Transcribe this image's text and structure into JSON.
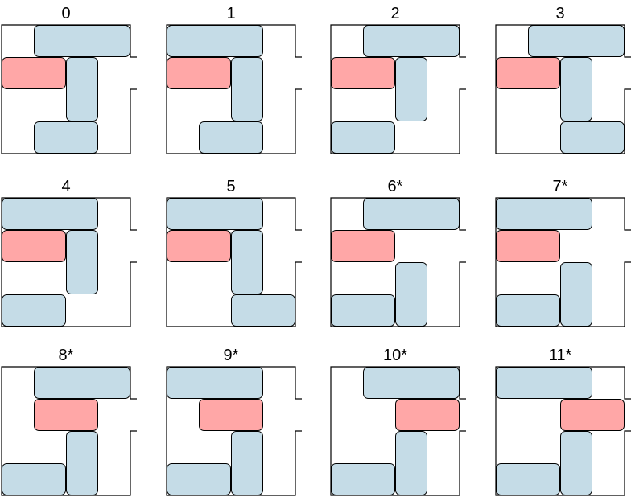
{
  "colors": {
    "blue_block": "#c5dce7",
    "red_block": "#ffa7a7",
    "outline": "#000000",
    "background": "#ffffff"
  },
  "board": {
    "grid_size": 4,
    "exit_row": 1,
    "exit_side": "right"
  },
  "panels": [
    {
      "label": "0",
      "blocks": [
        {
          "row": 0,
          "col": 1,
          "len": 3,
          "orient": "h",
          "kind": "blue"
        },
        {
          "row": 1,
          "col": 0,
          "len": 2,
          "orient": "h",
          "kind": "red"
        },
        {
          "row": 1,
          "col": 2,
          "len": 2,
          "orient": "v",
          "kind": "blue"
        },
        {
          "row": 3,
          "col": 1,
          "len": 2,
          "orient": "h",
          "kind": "blue"
        }
      ]
    },
    {
      "label": "1",
      "blocks": [
        {
          "row": 0,
          "col": 0,
          "len": 3,
          "orient": "h",
          "kind": "blue"
        },
        {
          "row": 1,
          "col": 0,
          "len": 2,
          "orient": "h",
          "kind": "red"
        },
        {
          "row": 1,
          "col": 2,
          "len": 2,
          "orient": "v",
          "kind": "blue"
        },
        {
          "row": 3,
          "col": 1,
          "len": 2,
          "orient": "h",
          "kind": "blue"
        }
      ]
    },
    {
      "label": "2",
      "blocks": [
        {
          "row": 0,
          "col": 1,
          "len": 3,
          "orient": "h",
          "kind": "blue"
        },
        {
          "row": 1,
          "col": 0,
          "len": 2,
          "orient": "h",
          "kind": "red"
        },
        {
          "row": 1,
          "col": 2,
          "len": 2,
          "orient": "v",
          "kind": "blue"
        },
        {
          "row": 3,
          "col": 0,
          "len": 2,
          "orient": "h",
          "kind": "blue"
        }
      ]
    },
    {
      "label": "3",
      "blocks": [
        {
          "row": 0,
          "col": 1,
          "len": 3,
          "orient": "h",
          "kind": "blue"
        },
        {
          "row": 1,
          "col": 0,
          "len": 2,
          "orient": "h",
          "kind": "red"
        },
        {
          "row": 1,
          "col": 2,
          "len": 2,
          "orient": "v",
          "kind": "blue"
        },
        {
          "row": 3,
          "col": 2,
          "len": 2,
          "orient": "h",
          "kind": "blue"
        }
      ]
    },
    {
      "label": "4",
      "blocks": [
        {
          "row": 0,
          "col": 0,
          "len": 3,
          "orient": "h",
          "kind": "blue"
        },
        {
          "row": 1,
          "col": 0,
          "len": 2,
          "orient": "h",
          "kind": "red"
        },
        {
          "row": 1,
          "col": 2,
          "len": 2,
          "orient": "v",
          "kind": "blue"
        },
        {
          "row": 3,
          "col": 0,
          "len": 2,
          "orient": "h",
          "kind": "blue"
        }
      ]
    },
    {
      "label": "5",
      "blocks": [
        {
          "row": 0,
          "col": 0,
          "len": 3,
          "orient": "h",
          "kind": "blue"
        },
        {
          "row": 1,
          "col": 0,
          "len": 2,
          "orient": "h",
          "kind": "red"
        },
        {
          "row": 1,
          "col": 2,
          "len": 2,
          "orient": "v",
          "kind": "blue"
        },
        {
          "row": 3,
          "col": 2,
          "len": 2,
          "orient": "h",
          "kind": "blue"
        }
      ]
    },
    {
      "label": "6*",
      "blocks": [
        {
          "row": 0,
          "col": 1,
          "len": 3,
          "orient": "h",
          "kind": "blue"
        },
        {
          "row": 1,
          "col": 0,
          "len": 2,
          "orient": "h",
          "kind": "red"
        },
        {
          "row": 2,
          "col": 2,
          "len": 2,
          "orient": "v",
          "kind": "blue"
        },
        {
          "row": 3,
          "col": 0,
          "len": 2,
          "orient": "h",
          "kind": "blue"
        }
      ]
    },
    {
      "label": "7*",
      "blocks": [
        {
          "row": 0,
          "col": 0,
          "len": 3,
          "orient": "h",
          "kind": "blue"
        },
        {
          "row": 1,
          "col": 0,
          "len": 2,
          "orient": "h",
          "kind": "red"
        },
        {
          "row": 2,
          "col": 2,
          "len": 2,
          "orient": "v",
          "kind": "blue"
        },
        {
          "row": 3,
          "col": 0,
          "len": 2,
          "orient": "h",
          "kind": "blue"
        }
      ]
    },
    {
      "label": "8*",
      "blocks": [
        {
          "row": 0,
          "col": 1,
          "len": 3,
          "orient": "h",
          "kind": "blue"
        },
        {
          "row": 1,
          "col": 1,
          "len": 2,
          "orient": "h",
          "kind": "red"
        },
        {
          "row": 2,
          "col": 2,
          "len": 2,
          "orient": "v",
          "kind": "blue"
        },
        {
          "row": 3,
          "col": 0,
          "len": 2,
          "orient": "h",
          "kind": "blue"
        }
      ]
    },
    {
      "label": "9*",
      "blocks": [
        {
          "row": 0,
          "col": 0,
          "len": 3,
          "orient": "h",
          "kind": "blue"
        },
        {
          "row": 1,
          "col": 1,
          "len": 2,
          "orient": "h",
          "kind": "red"
        },
        {
          "row": 2,
          "col": 2,
          "len": 2,
          "orient": "v",
          "kind": "blue"
        },
        {
          "row": 3,
          "col": 0,
          "len": 2,
          "orient": "h",
          "kind": "blue"
        }
      ]
    },
    {
      "label": "10*",
      "blocks": [
        {
          "row": 0,
          "col": 1,
          "len": 3,
          "orient": "h",
          "kind": "blue"
        },
        {
          "row": 1,
          "col": 2,
          "len": 2,
          "orient": "h",
          "kind": "red"
        },
        {
          "row": 2,
          "col": 2,
          "len": 2,
          "orient": "v",
          "kind": "blue"
        },
        {
          "row": 3,
          "col": 0,
          "len": 2,
          "orient": "h",
          "kind": "blue"
        }
      ]
    },
    {
      "label": "11*",
      "blocks": [
        {
          "row": 0,
          "col": 0,
          "len": 3,
          "orient": "h",
          "kind": "blue"
        },
        {
          "row": 1,
          "col": 2,
          "len": 2,
          "orient": "h",
          "kind": "red"
        },
        {
          "row": 2,
          "col": 2,
          "len": 2,
          "orient": "v",
          "kind": "blue"
        },
        {
          "row": 3,
          "col": 0,
          "len": 2,
          "orient": "h",
          "kind": "blue"
        }
      ]
    }
  ]
}
